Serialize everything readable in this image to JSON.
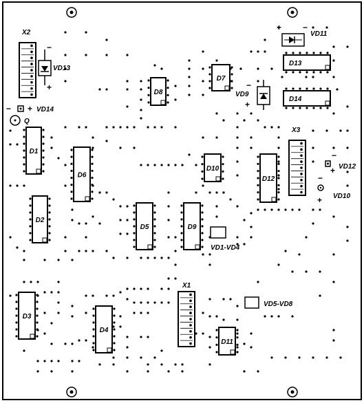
{
  "board": {
    "connectors": [
      {
        "ref": "X2",
        "pins": 9
      },
      {
        "ref": "X3",
        "pins": 9
      },
      {
        "ref": "X1",
        "pins": 9
      }
    ],
    "chips": [
      {
        "ref": "D1",
        "pins_per_side": 7
      },
      {
        "ref": "D2",
        "pins_per_side": 7
      },
      {
        "ref": "D3",
        "pins_per_side": 7
      },
      {
        "ref": "D4",
        "pins_per_side": 7
      },
      {
        "ref": "D5",
        "pins_per_side": 7
      },
      {
        "ref": "D6",
        "pins_per_side": 8
      },
      {
        "ref": "D7",
        "pins_per_side": 4
      },
      {
        "ref": "D8",
        "pins_per_side": 4
      },
      {
        "ref": "D9",
        "pins_per_side": 7
      },
      {
        "ref": "D10",
        "pins_per_side": 4
      },
      {
        "ref": "D11",
        "pins_per_side": 4
      },
      {
        "ref": "D12",
        "pins_per_side": 7
      },
      {
        "ref": "D13",
        "pins_per_side": 7
      },
      {
        "ref": "D14",
        "pins_per_side": 7
      }
    ],
    "diodes": [
      "VD9",
      "VD11",
      "VD13"
    ],
    "leds": [
      "VD14",
      "VD12",
      "VD10"
    ],
    "bridges": [
      "VD1-VD4",
      "VD5-VD8"
    ],
    "transistor_label": "Q",
    "plus_sign": "+",
    "minus_sign": "−"
  }
}
